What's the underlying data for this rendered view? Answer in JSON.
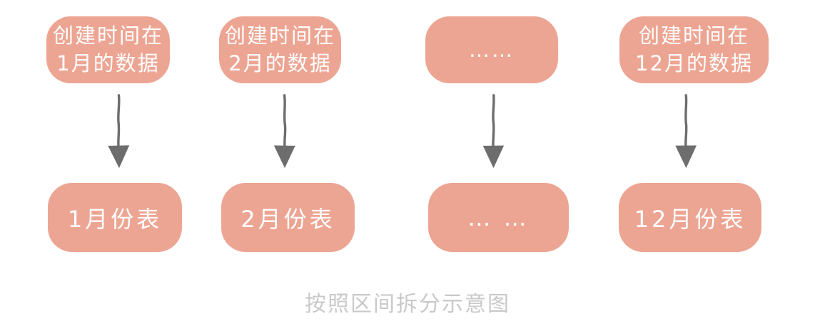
{
  "diagram": {
    "caption": "按照区间拆分示意图",
    "colors": {
      "background": "#ffffff",
      "box_fill": "#eda593",
      "box_text": "#ffffff",
      "arrow": "#6d6d6d",
      "caption_text": "#c9c9c9"
    },
    "columns": [
      {
        "source_label": "创建时间在\n1月的数据",
        "target_label": "1月份表"
      },
      {
        "source_label": "创建时间在\n2月的数据",
        "target_label": "2月份表"
      },
      {
        "source_label": "……",
        "target_label": "… …"
      },
      {
        "source_label": "创建时间在\n12月的数据",
        "target_label": "12月份表"
      }
    ]
  }
}
